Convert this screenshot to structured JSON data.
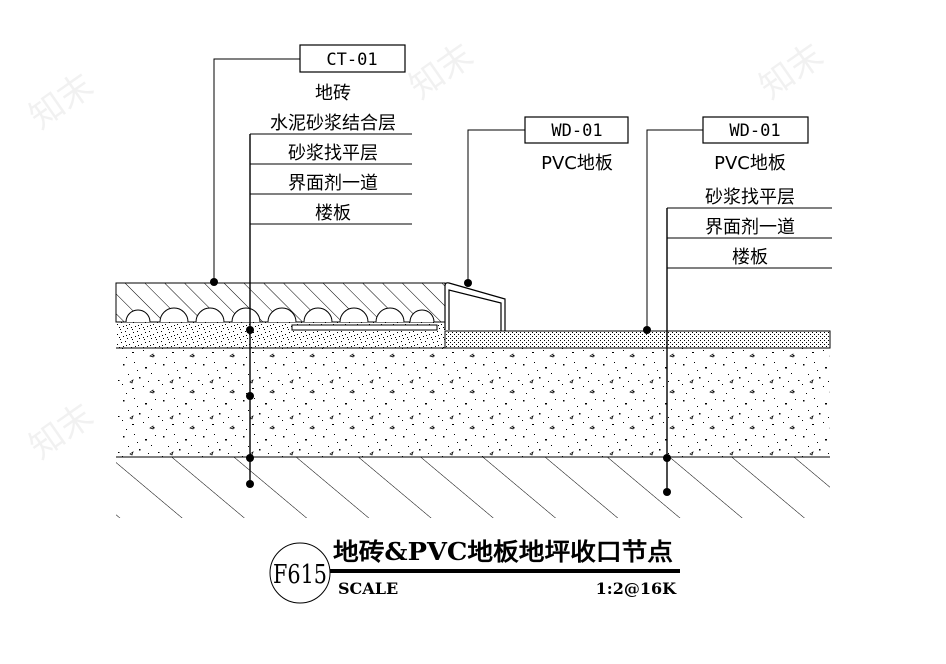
{
  "callouts": {
    "left": {
      "code": "CT-01",
      "items": [
        "地砖",
        "水泥砂浆结合层",
        "砂浆找平层",
        "界面剂一道",
        "楼板"
      ]
    },
    "middle": {
      "code": "WD-01",
      "items": [
        "PVC地板"
      ]
    },
    "right": {
      "code": "WD-01",
      "items": [
        "PVC地板",
        "砂浆找平层",
        "界面剂一道",
        "楼板"
      ]
    }
  },
  "title_block": {
    "number": "F615",
    "title": "地砖&PVC地板地坪收口节点",
    "scale_label": "SCALE",
    "scale_value": "1:2@16K"
  },
  "watermark": "知末"
}
